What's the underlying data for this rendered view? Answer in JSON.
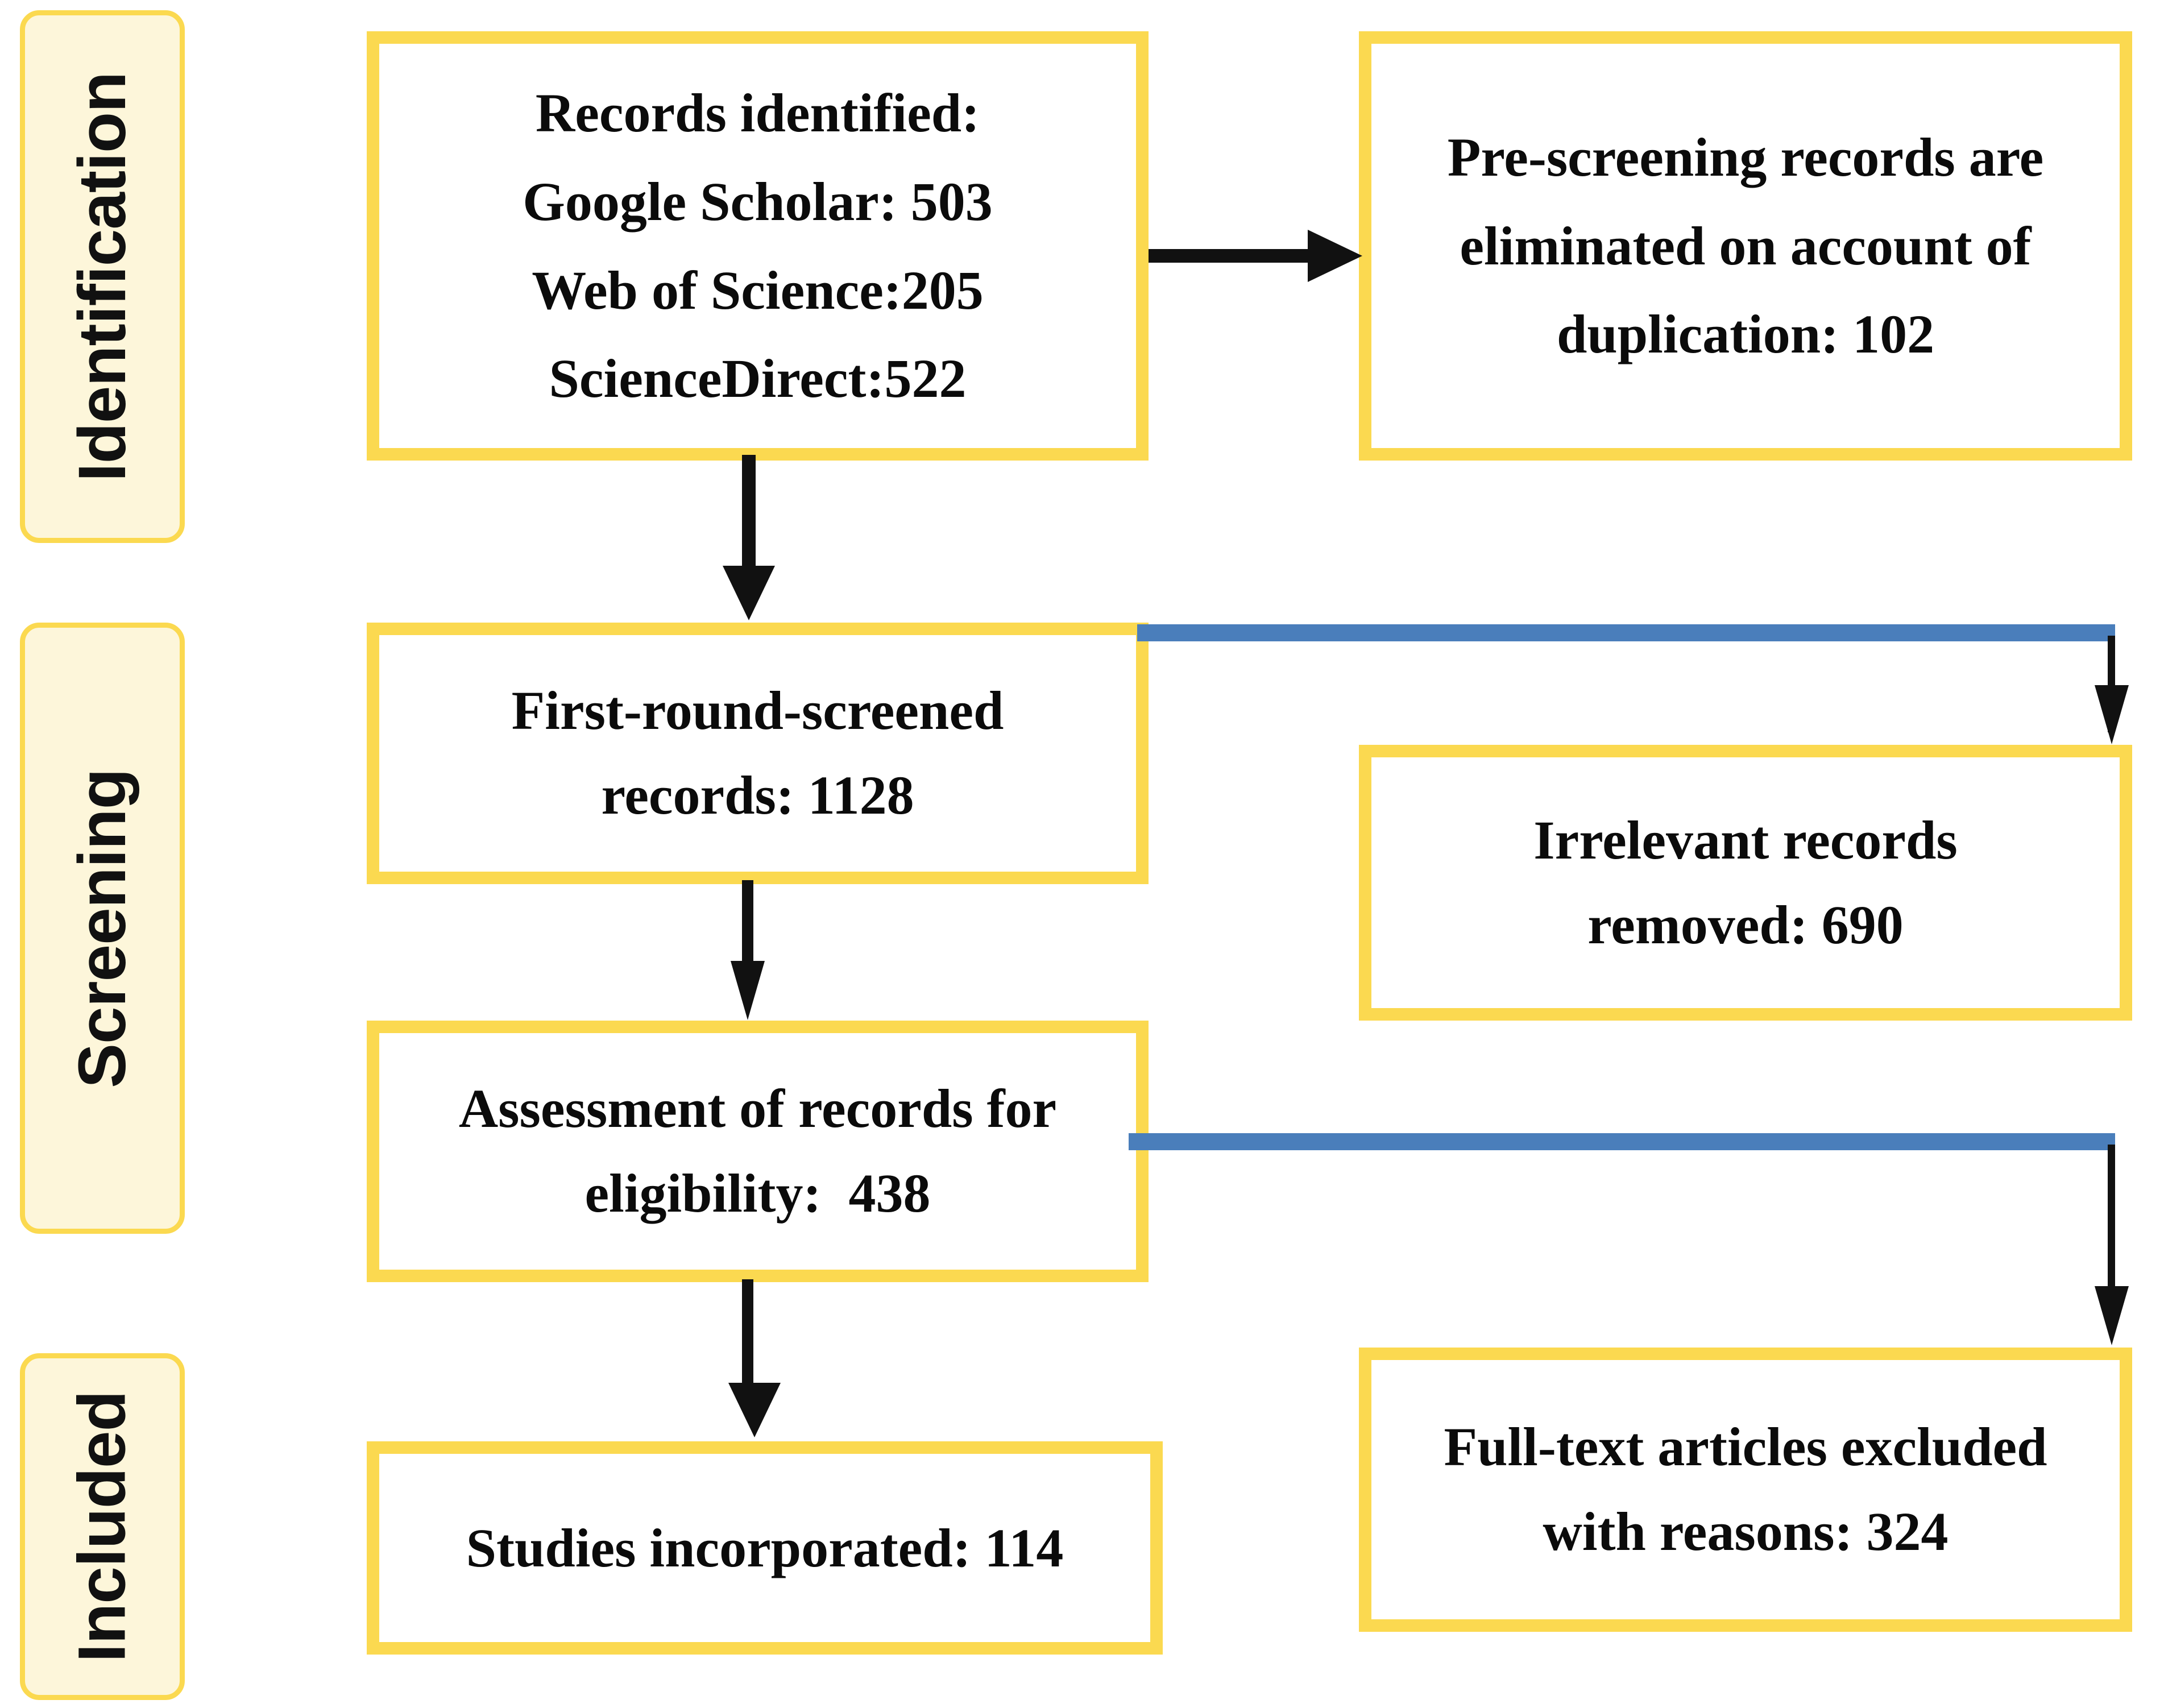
{
  "diagram": {
    "title": "PRISMA study selection flow diagram",
    "colors": {
      "box_border": "#FBD950",
      "stage_fill": "#FDF6DA",
      "connector_black": "#111111",
      "connector_blue": "#4A7EBB",
      "text": "#0b0b0b",
      "background": "#FFFFFF"
    },
    "stages": [
      {
        "id": "identification",
        "label": "Identification"
      },
      {
        "id": "screening",
        "label": "Screening"
      },
      {
        "id": "included",
        "label": "Included"
      }
    ],
    "nodes": [
      {
        "id": "records-identified",
        "lines": [
          "Records identified:",
          "Google Scholar: 503",
          "Web of Science:205",
          "ScienceDirect:522"
        ],
        "values": {
          "google_scholar": 503,
          "web_of_science": 205,
          "science_direct": 522
        }
      },
      {
        "id": "duplicates-removed",
        "lines": [
          "Pre-screening records are",
          "eliminated on account of",
          "duplication: 102"
        ],
        "values": {
          "duplication": 102
        }
      },
      {
        "id": "first-round-screened",
        "lines": [
          "First-round-screened",
          "records: 1128"
        ],
        "values": {
          "records": 1128
        }
      },
      {
        "id": "irrelevant-removed",
        "lines": [
          "Irrelevant records",
          "removed: 690"
        ],
        "values": {
          "removed": 690
        }
      },
      {
        "id": "eligibility-assessment",
        "lines": [
          "Assessment of records for",
          "eligibility:  438"
        ],
        "values": {
          "eligibility": 438
        }
      },
      {
        "id": "fulltext-excluded",
        "lines": [
          "Full-text articles excluded",
          "with reasons: 324"
        ],
        "values": {
          "excluded": 324
        }
      },
      {
        "id": "studies-included",
        "lines": [
          "Studies incorporated: 114"
        ],
        "values": {
          "studies": 114
        }
      }
    ],
    "connectors": [
      {
        "id": "identified-to-duplicates",
        "from": "records-identified",
        "to": "duplicates-removed",
        "style": "black-arrow-right"
      },
      {
        "id": "identified-to-screened",
        "from": "records-identified",
        "to": "first-round-screened",
        "style": "black-arrow-down"
      },
      {
        "id": "screened-to-irrelevant",
        "from": "first-round-screened",
        "to": "irrelevant-removed",
        "style": "blue-elbow-black-arrow-down"
      },
      {
        "id": "screened-to-eligibility",
        "from": "first-round-screened",
        "to": "eligibility-assessment",
        "style": "black-arrow-down"
      },
      {
        "id": "eligibility-to-fulltext",
        "from": "eligibility-assessment",
        "to": "fulltext-excluded",
        "style": "blue-elbow-black-arrow-down"
      },
      {
        "id": "eligibility-to-included",
        "from": "eligibility-assessment",
        "to": "studies-included",
        "style": "black-arrow-down"
      }
    ]
  }
}
